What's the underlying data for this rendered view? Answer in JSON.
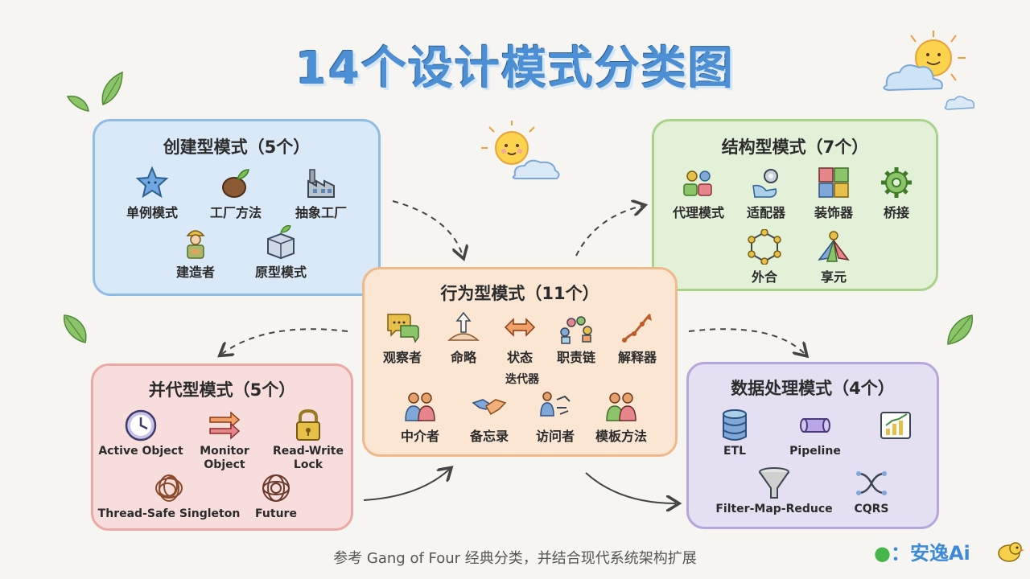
{
  "title": "14个设计模式分类图",
  "footer": "参考 Gang of Four 经典分类，并结合现代系统架构扩展",
  "brand": {
    "prefix": "：",
    "name": "安逸Ai"
  },
  "panels": {
    "creational": {
      "title": "创建型模式（5个）",
      "items": [
        {
          "label": "单例模式",
          "icon": "star-icon"
        },
        {
          "label": "工厂方法",
          "icon": "seed-icon"
        },
        {
          "label": "抽象工厂",
          "icon": "factory-icon"
        },
        {
          "label": "建造者",
          "icon": "builder-icon"
        },
        {
          "label": "原型模式",
          "icon": "box-icon"
        }
      ]
    },
    "structural": {
      "title": "结构型模式（7个）",
      "items": [
        {
          "label": "代理模式",
          "icon": "people-icon"
        },
        {
          "label": "适配器",
          "icon": "gear-hand-icon"
        },
        {
          "label": "装饰器",
          "icon": "puzzle-icon"
        },
        {
          "label": "桥接",
          "icon": "gear-icon"
        },
        {
          "label": "外合",
          "icon": "network-icon"
        },
        {
          "label": "享元",
          "icon": "leaf-fan-icon"
        }
      ]
    },
    "behavioral": {
      "title": "行为型模式（11个）",
      "items": [
        {
          "label": "观察者",
          "icon": "chat-icon"
        },
        {
          "label": "命略",
          "icon": "arrow-up-icon"
        },
        {
          "label": "状态",
          "icon": "double-arrow-icon"
        },
        {
          "label": "职责链",
          "icon": "chain-icon"
        },
        {
          "label": "解释器",
          "icon": "path-icon"
        },
        {
          "label": "中介者",
          "icon": "group-icon"
        },
        {
          "label": "备忘录",
          "icon": "handshake-icon"
        },
        {
          "label": "访问者",
          "icon": "visitor-icon"
        },
        {
          "label": "模板方法",
          "icon": "team-icon"
        }
      ],
      "extra": "迭代器"
    },
    "concurrency": {
      "title": "并代型模式（5个）",
      "items": [
        {
          "label": "Active Object",
          "icon": "clock-icon"
        },
        {
          "label": "Monitor Object",
          "icon": "arrows-icon"
        },
        {
          "label": "Read-Write Lock",
          "icon": "lock-icon"
        },
        {
          "label": "Thread-Safe Singleton",
          "icon": "thread-icon"
        },
        {
          "label": "Future",
          "icon": "tangle-icon"
        }
      ]
    },
    "data": {
      "title": "数据处理模式（4个）",
      "items": [
        {
          "label": "ETL",
          "icon": "database-icon"
        },
        {
          "label": "Pipeline",
          "icon": "pipe-icon"
        },
        {
          "label": "",
          "icon": "chart-icon"
        },
        {
          "label": "Filter-Map-Reduce",
          "icon": "funnel-icon"
        },
        {
          "label": "CQRS",
          "icon": "split-icon"
        }
      ]
    }
  },
  "colors": {
    "title": "#4d8fd4",
    "creational": "#d9e9f7",
    "structural": "#e3f1d8",
    "behavioral": "#fae6d3",
    "concurrency": "#f7dedd",
    "data": "#e5dff2"
  }
}
